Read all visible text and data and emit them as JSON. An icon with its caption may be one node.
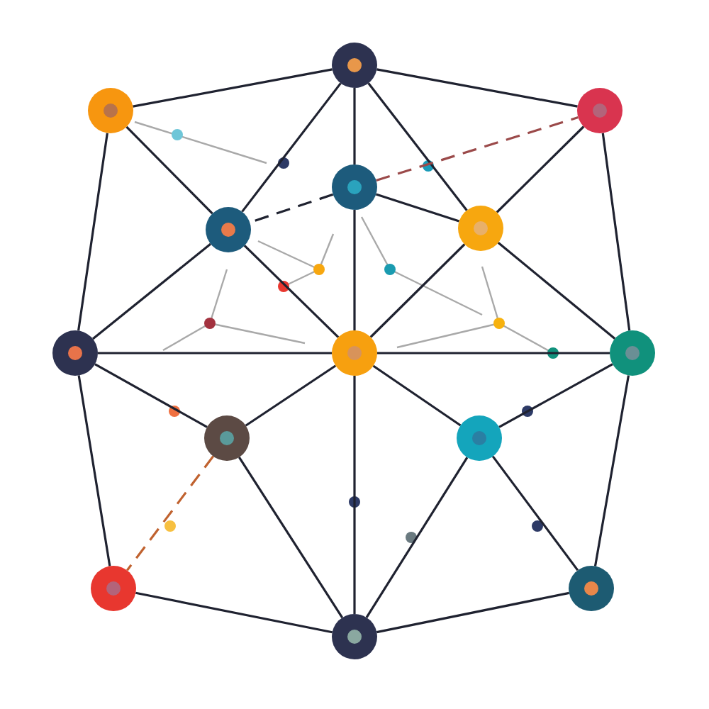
{
  "diagram": {
    "nodes": [
      {
        "text": [],
        "shape": "circle"
      },
      {
        "text": [],
        "shape": "circle"
      },
      {
        "text": [],
        "shape": "circle"
      },
      {
        "text": [],
        "shape": "circle"
      },
      {
        "text": [],
        "shape": "circle"
      },
      {
        "text": [],
        "shape": "circle"
      },
      {
        "text": [],
        "shape": "circle"
      },
      {
        "text": [],
        "shape": "circle"
      },
      {
        "text": [],
        "shape": "circle"
      },
      {
        "text": [],
        "shape": "circle"
      },
      {
        "text": [],
        "shape": "circle"
      },
      {
        "text": [],
        "shape": "circle"
      },
      {
        "text": [],
        "shape": "circle"
      },
      {
        "text": [],
        "shape": "circle"
      }
    ],
    "edges": [
      {
        "from": 0,
        "to": 1,
        "arrow": "none"
      },
      {
        "from": 0,
        "to": 2,
        "arrow": "none"
      },
      {
        "from": 0,
        "to": 3,
        "arrow": "none"
      },
      {
        "from": 0,
        "to": 4,
        "arrow": "none"
      },
      {
        "from": 0,
        "to": 5,
        "arrow": "none"
      },
      {
        "from": 1,
        "to": 4,
        "arrow": "none"
      },
      {
        "from": 1,
        "to": 6,
        "arrow": "none"
      },
      {
        "from": 2,
        "to": 5,
        "arrow": "none"
      },
      {
        "from": 2,
        "to": 8,
        "arrow": "none"
      },
      {
        "from": 3,
        "to": 7,
        "arrow": "none"
      },
      {
        "from": 3,
        "to": 4,
        "arrow": "none",
        "style": "dashed"
      },
      {
        "from": 3,
        "to": 5,
        "arrow": "none"
      },
      {
        "from": 3,
        "to": 2,
        "arrow": "none",
        "style": "dashed",
        "color": "#9b4a4a"
      },
      {
        "from": 4,
        "to": 6,
        "arrow": "none"
      },
      {
        "from": 4,
        "to": 7,
        "arrow": "none"
      },
      {
        "from": 5,
        "to": 7,
        "arrow": "none"
      },
      {
        "from": 5,
        "to": 8,
        "arrow": "none"
      },
      {
        "from": 6,
        "to": 7,
        "arrow": "none"
      },
      {
        "from": 7,
        "to": 8,
        "arrow": "none"
      },
      {
        "from": 6,
        "to": 9,
        "arrow": "none"
      },
      {
        "from": 6,
        "to": 11,
        "arrow": "none"
      },
      {
        "from": 7,
        "to": 9,
        "arrow": "none"
      },
      {
        "from": 7,
        "to": 10,
        "arrow": "none"
      },
      {
        "from": 7,
        "to": 13,
        "arrow": "none"
      },
      {
        "from": 8,
        "to": 10,
        "arrow": "none"
      },
      {
        "from": 8,
        "to": 12,
        "arrow": "none"
      },
      {
        "from": 9,
        "to": 11,
        "arrow": "none",
        "style": "dashed",
        "color": "#c0622f"
      },
      {
        "from": 9,
        "to": 13,
        "arrow": "none"
      },
      {
        "from": 10,
        "to": 12,
        "arrow": "none"
      },
      {
        "from": 10,
        "to": 13,
        "arrow": "none"
      },
      {
        "from": 11,
        "to": 13,
        "arrow": "none"
      },
      {
        "from": 12,
        "to": 13,
        "arrow": "none"
      }
    ]
  }
}
